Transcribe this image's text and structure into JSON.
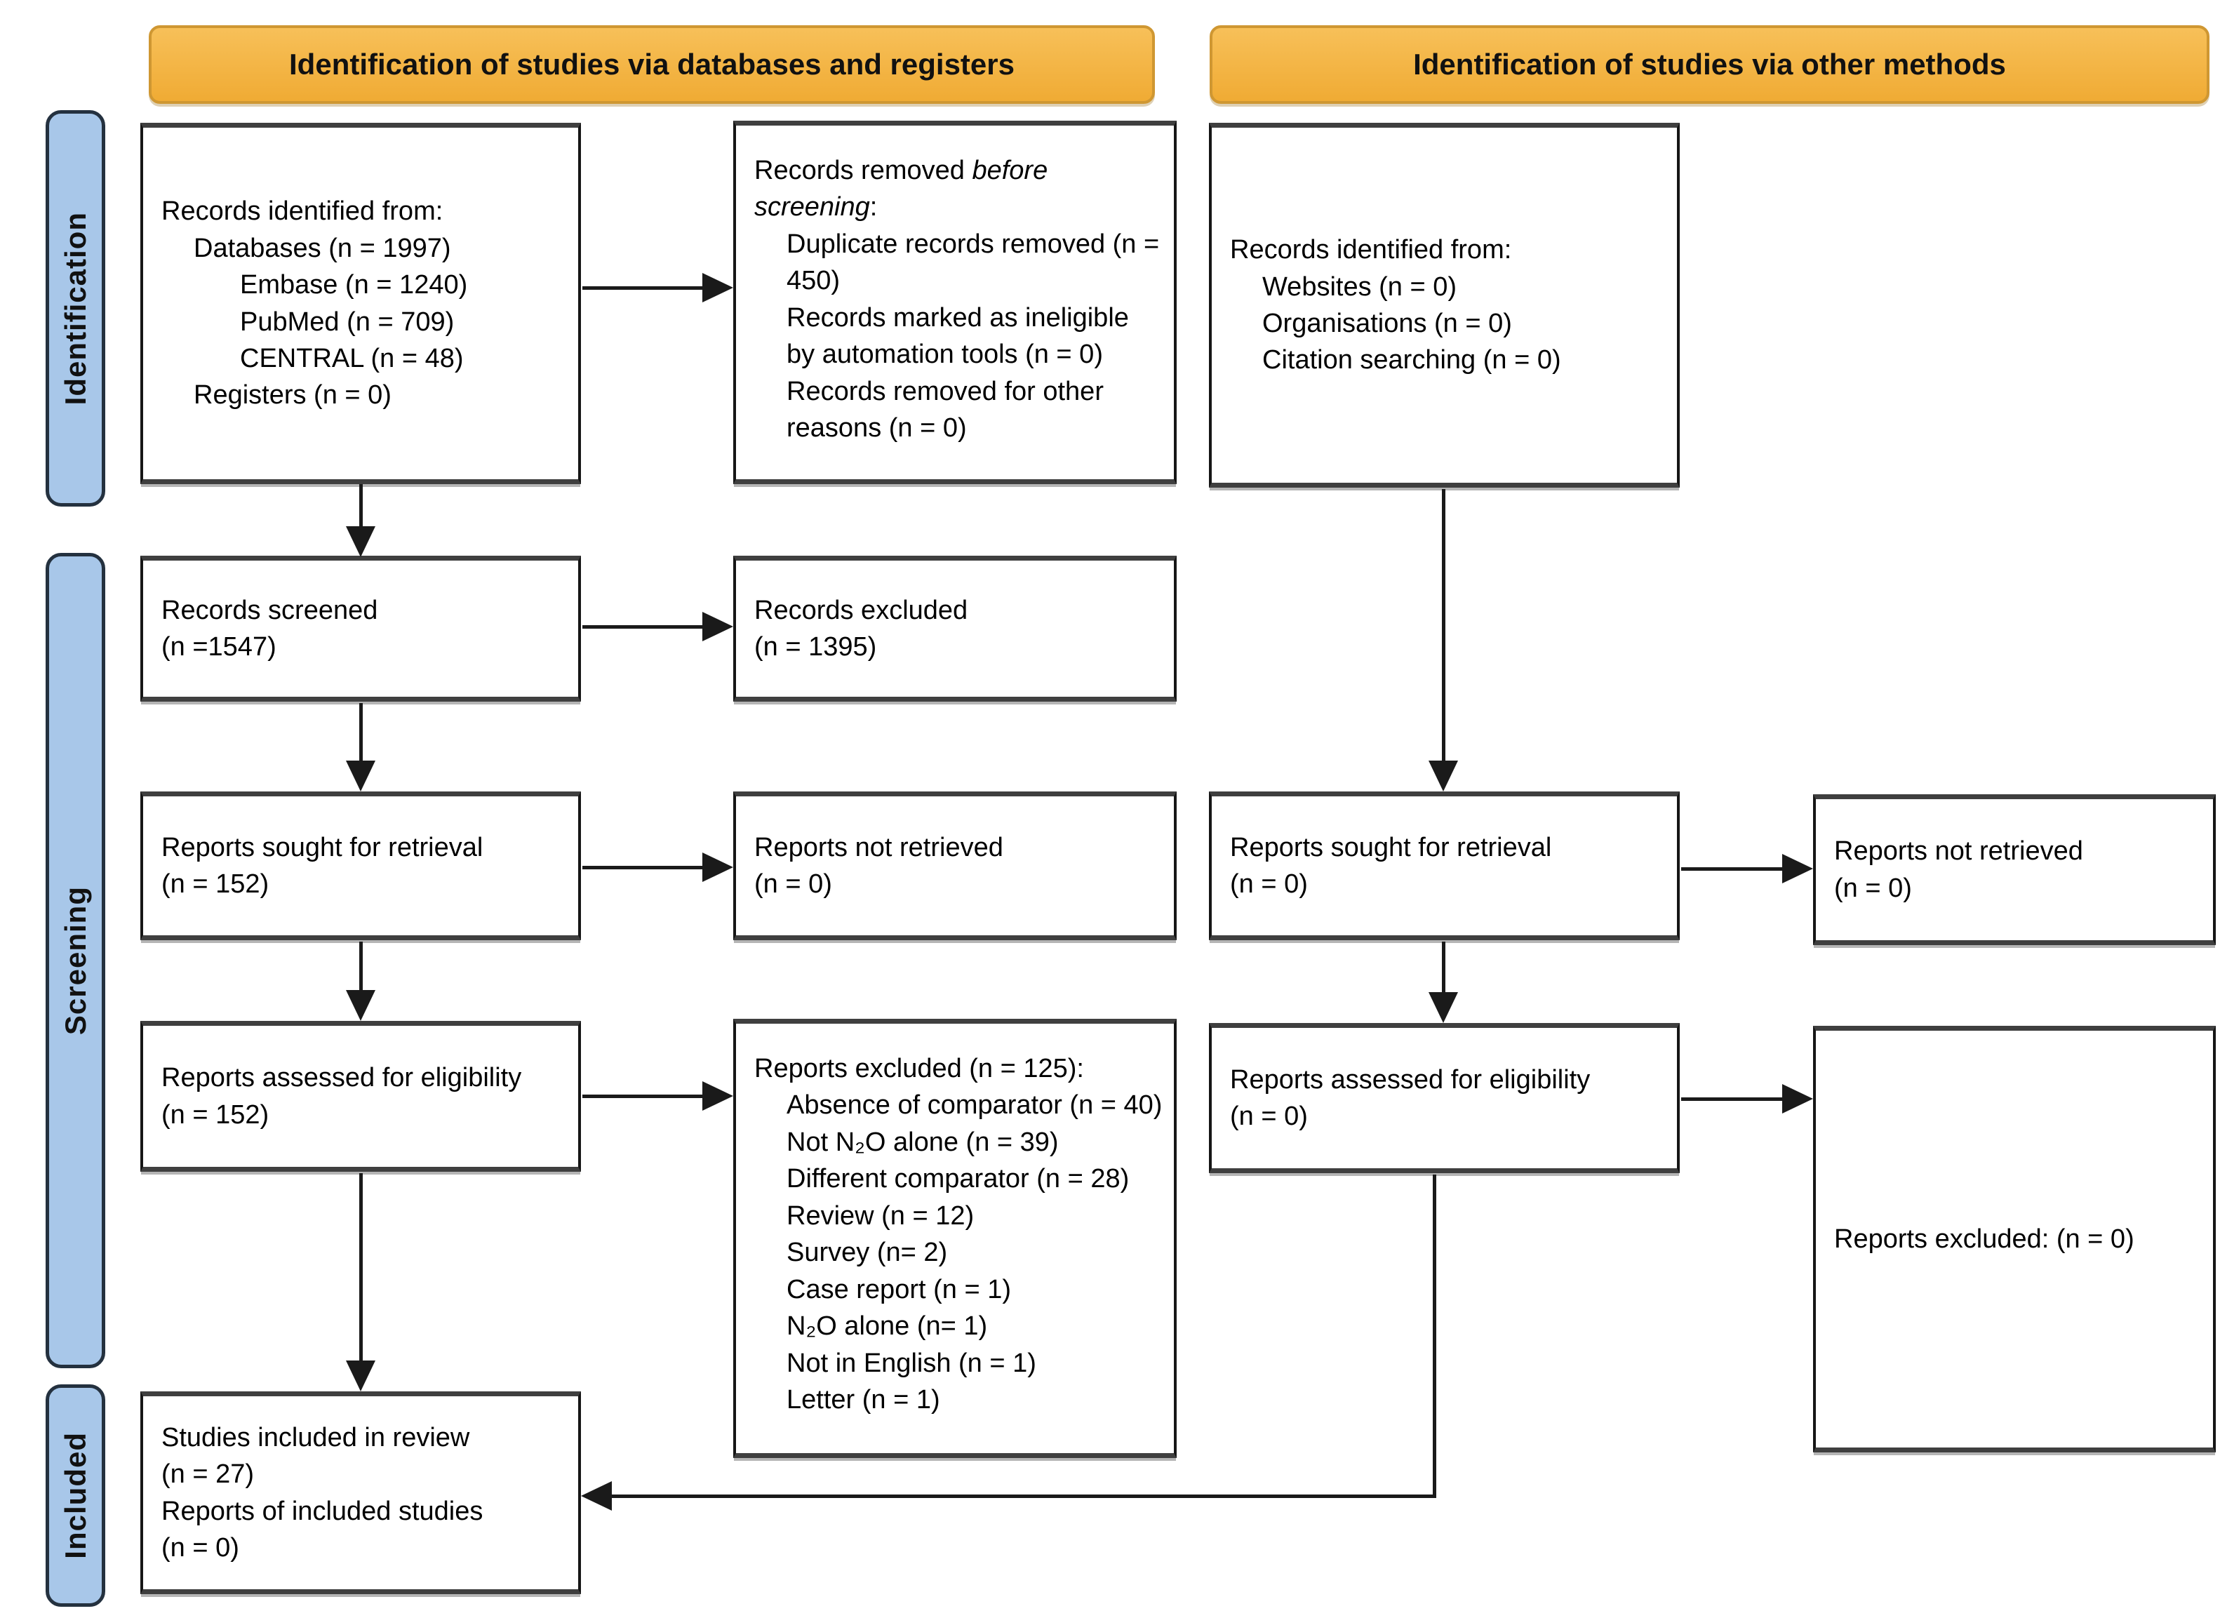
{
  "colors": {
    "banner_fill": "#F2B544",
    "banner_border": "#CF9732",
    "stage_fill": "#A8C7E9",
    "stage_border": "#24313F",
    "box_border": "#161616",
    "arrow": "#1A1A1A",
    "background": "#FFFFFF"
  },
  "banners": {
    "databases": "Identification of studies via databases and registers",
    "other_methods": "Identification of studies via other methods"
  },
  "stages": {
    "identification": "Identification",
    "screening": "Screening",
    "included": "Included"
  },
  "boxes": {
    "records_identified_db": {
      "lines": [
        "Records identified from:",
        "Databases (n = 1997)",
        "Embase (n = 1240)",
        "PubMed (n = 709)",
        "CENTRAL (n = 48)",
        "Registers (n = 0)"
      ]
    },
    "records_removed": {
      "title_prefix": "Records removed ",
      "title_italic": "before screening",
      "title_suffix": ":",
      "items": [
        "Duplicate records removed (n = 450)",
        "Records marked as ineligible by automation tools (n = 0)",
        "Records removed for other reasons (n = 0)"
      ]
    },
    "records_identified_other": {
      "lines": [
        "Records identified from:",
        "Websites (n = 0)",
        "Organisations (n = 0)",
        "Citation searching (n = 0)"
      ]
    },
    "records_screened": {
      "lines": [
        "Records screened",
        "(n =1547)"
      ]
    },
    "records_excluded": {
      "lines": [
        "Records excluded",
        "(n = 1395)"
      ]
    },
    "reports_sought_db": {
      "lines": [
        "Reports sought for retrieval",
        "(n = 152)"
      ]
    },
    "reports_not_retrieved_db": {
      "lines": [
        "Reports not retrieved",
        "(n = 0)"
      ]
    },
    "reports_sought_other": {
      "lines": [
        "Reports sought for retrieval",
        "(n = 0)"
      ]
    },
    "reports_not_retrieved_other": {
      "lines": [
        "Reports not retrieved",
        "(n = 0)"
      ]
    },
    "reports_assessed_db": {
      "lines": [
        "Reports assessed for eligibility",
        "(n = 152)"
      ]
    },
    "reports_excluded_list": {
      "title": "Reports excluded (n = 125):",
      "items": [
        "Absence of comparator (n = 40)",
        "Not N₂O alone (n = 39)",
        "Different comparator (n = 28)",
        "Review (n = 12)",
        "Survey (n= 2)",
        "Case report (n = 1)",
        "N₂O alone (n= 1)",
        "Not in English (n = 1)",
        "Letter (n = 1)"
      ]
    },
    "reports_assessed_other": {
      "lines": [
        "Reports assessed for eligibility",
        "(n = 0)"
      ]
    },
    "reports_excluded_other": {
      "lines": [
        "Reports excluded: (n = 0)"
      ]
    },
    "studies_included": {
      "lines": [
        "Studies included in review",
        "(n = 27)",
        "Reports of included studies",
        "(n = 0)"
      ]
    }
  }
}
